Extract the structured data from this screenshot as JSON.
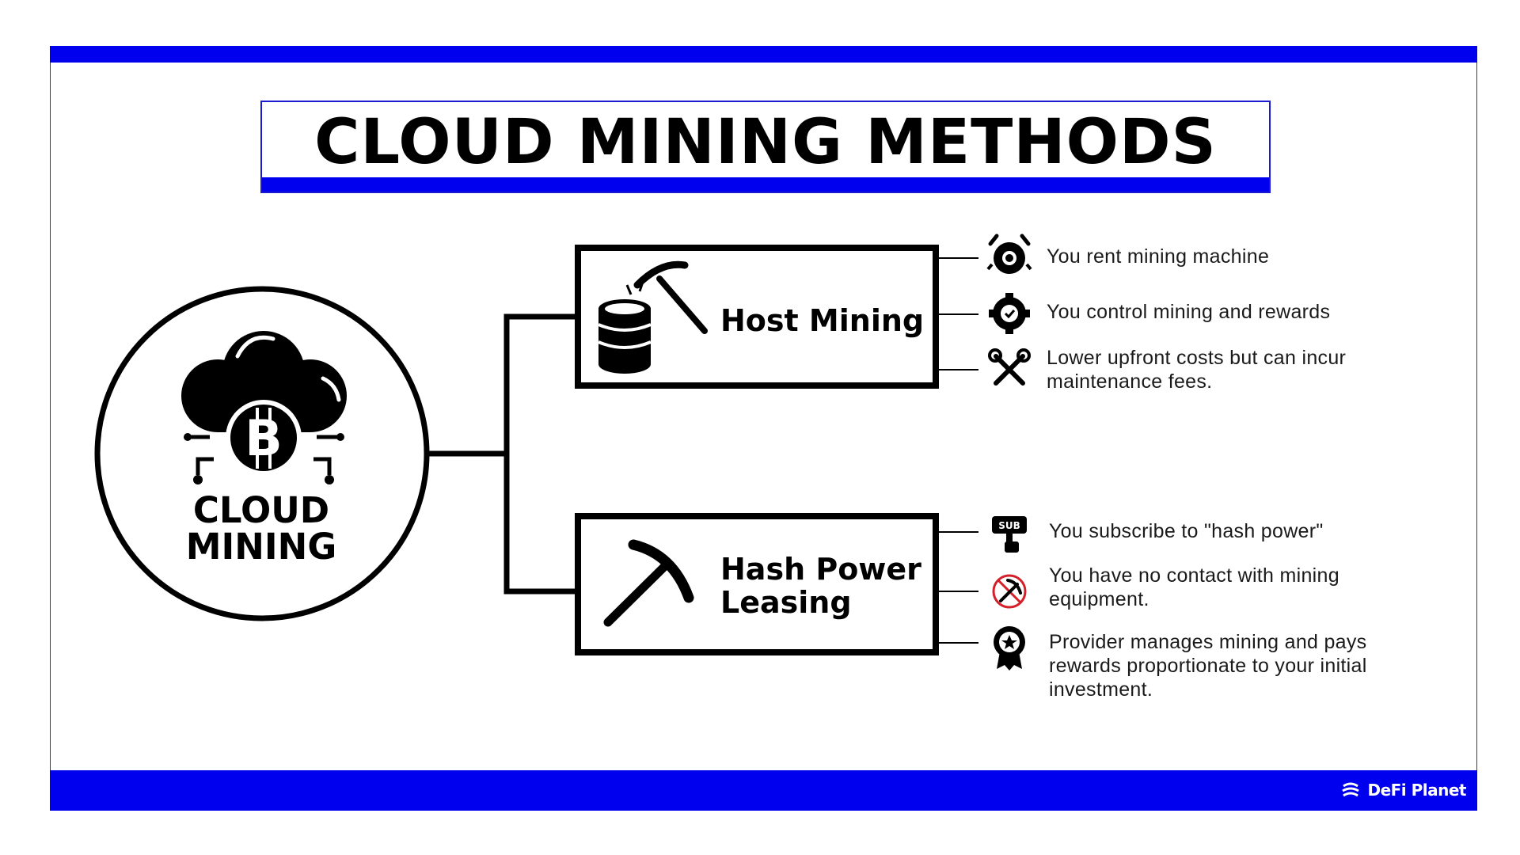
{
  "title": "CLOUD MINING METHODS",
  "center": {
    "label_line1": "CLOUD",
    "label_line2": "MINING"
  },
  "branches": [
    {
      "label": "Host Mining",
      "items": [
        {
          "icon": "gear-wrench-icon",
          "text": "You rent mining machine"
        },
        {
          "icon": "gear-check-icon",
          "text": "You control mining and rewards"
        },
        {
          "icon": "tools-icon",
          "text": "Lower upfront costs but can incur maintenance fees."
        }
      ]
    },
    {
      "label": "Hash Power Leasing",
      "items": [
        {
          "icon": "subscribe-icon",
          "text": "You subscribe to \"hash power\"",
          "icon_text": "SUB"
        },
        {
          "icon": "no-pickaxe-icon",
          "text": "You have no contact with mining equipment."
        },
        {
          "icon": "award-badge-icon",
          "text": "Provider manages mining and pays rewards proportionate to your initial investment."
        }
      ]
    }
  ],
  "brand": "DeFi Planet",
  "colors": {
    "accent": "#0000ee",
    "line": "#000000",
    "background": "#ffffff"
  }
}
